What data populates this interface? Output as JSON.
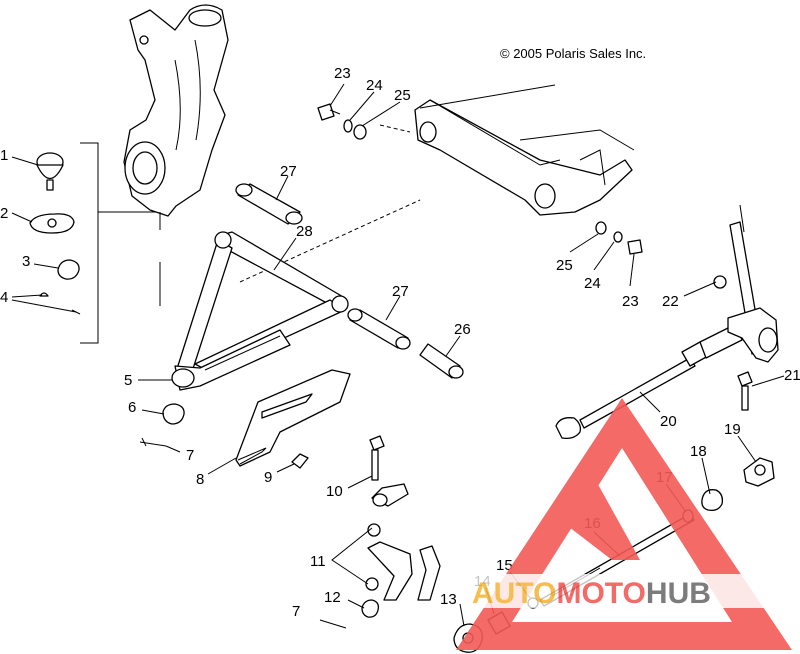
{
  "copyright": "© 2005 Polaris Sales Inc.",
  "callouts": [
    {
      "id": "c1",
      "text": "1"
    },
    {
      "id": "c2",
      "text": "2"
    },
    {
      "id": "c3",
      "text": "3"
    },
    {
      "id": "c4",
      "text": "4"
    },
    {
      "id": "c5",
      "text": "5"
    },
    {
      "id": "c6",
      "text": "6"
    },
    {
      "id": "c7a",
      "text": "7"
    },
    {
      "id": "c7b",
      "text": "7"
    },
    {
      "id": "c8",
      "text": "8"
    },
    {
      "id": "c9",
      "text": "9"
    },
    {
      "id": "c10",
      "text": "10"
    },
    {
      "id": "c11",
      "text": "11"
    },
    {
      "id": "c12",
      "text": "12"
    },
    {
      "id": "c13",
      "text": "13"
    },
    {
      "id": "c14",
      "text": "14"
    },
    {
      "id": "c15",
      "text": "15"
    },
    {
      "id": "c16",
      "text": "16"
    },
    {
      "id": "c17",
      "text": "17"
    },
    {
      "id": "c18",
      "text": "18"
    },
    {
      "id": "c19",
      "text": "19"
    },
    {
      "id": "c20",
      "text": "20"
    },
    {
      "id": "c21",
      "text": "21"
    },
    {
      "id": "c22",
      "text": "22"
    },
    {
      "id": "c23a",
      "text": "23"
    },
    {
      "id": "c23b",
      "text": "23"
    },
    {
      "id": "c24a",
      "text": "24"
    },
    {
      "id": "c24b",
      "text": "24"
    },
    {
      "id": "c25a",
      "text": "25"
    },
    {
      "id": "c25b",
      "text": "25"
    },
    {
      "id": "c26",
      "text": "26"
    },
    {
      "id": "c27a",
      "text": "27"
    },
    {
      "id": "c27b",
      "text": "27"
    },
    {
      "id": "c28",
      "text": "28"
    }
  ],
  "watermark": {
    "part1": "AUTO",
    "part2": "MOTO",
    "part3": "HUB"
  },
  "colors": {
    "line": "#000000",
    "watermark_red": "#f25a57",
    "watermark_orange": "#f6b63c",
    "watermark_gray": "#6e6e6e"
  }
}
